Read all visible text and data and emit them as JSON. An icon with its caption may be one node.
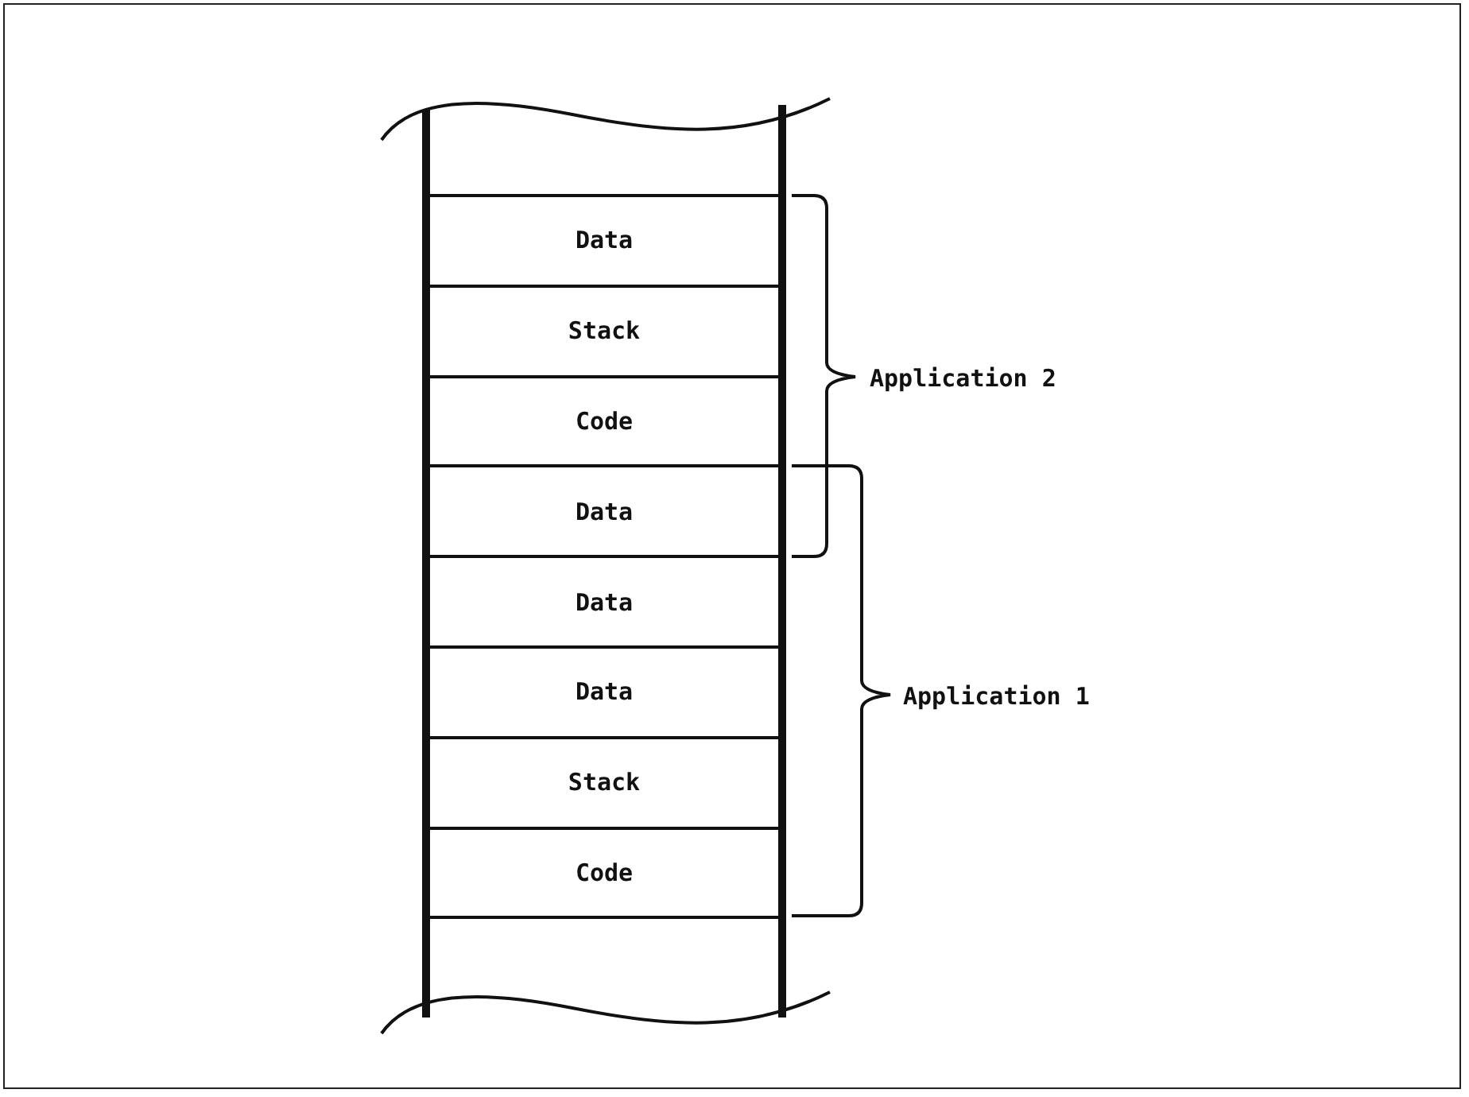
{
  "diagram": {
    "nodes": [
      {
        "text": [
          "Data"
        ]
      },
      {
        "text": [
          "Stack"
        ]
      },
      {
        "text": [
          "Code"
        ]
      },
      {
        "text": [
          "Data"
        ]
      },
      {
        "text": [
          "Data"
        ]
      },
      {
        "text": [
          "Data"
        ]
      },
      {
        "text": [
          "Stack"
        ]
      },
      {
        "text": [
          "Code"
        ]
      }
    ],
    "labels": [
      "Application 2",
      "Application 1"
    ]
  }
}
